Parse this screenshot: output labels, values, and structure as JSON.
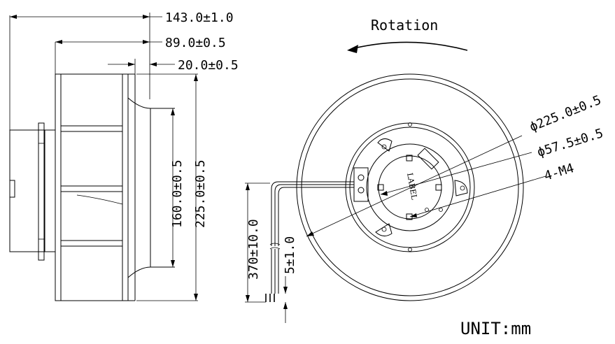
{
  "dimensions": {
    "overall_depth": "143.0±1.0",
    "impeller_depth": "89.0±0.5",
    "inlet_depth": "20.0±0.5",
    "inlet_diameter": "160.0±0.5",
    "outer_diameter_side": "225.0±0.5",
    "outer_diameter_front": "ϕ225.0±0.5",
    "hub_diameter": "ϕ57.5±0.5",
    "mount_holes": "4-M4",
    "lead_length": "370±10.0",
    "strip_length": "5±1.0"
  },
  "rotation_label": "Rotation",
  "hub_label": "LABEL",
  "unit_label": "UNIT:mm"
}
